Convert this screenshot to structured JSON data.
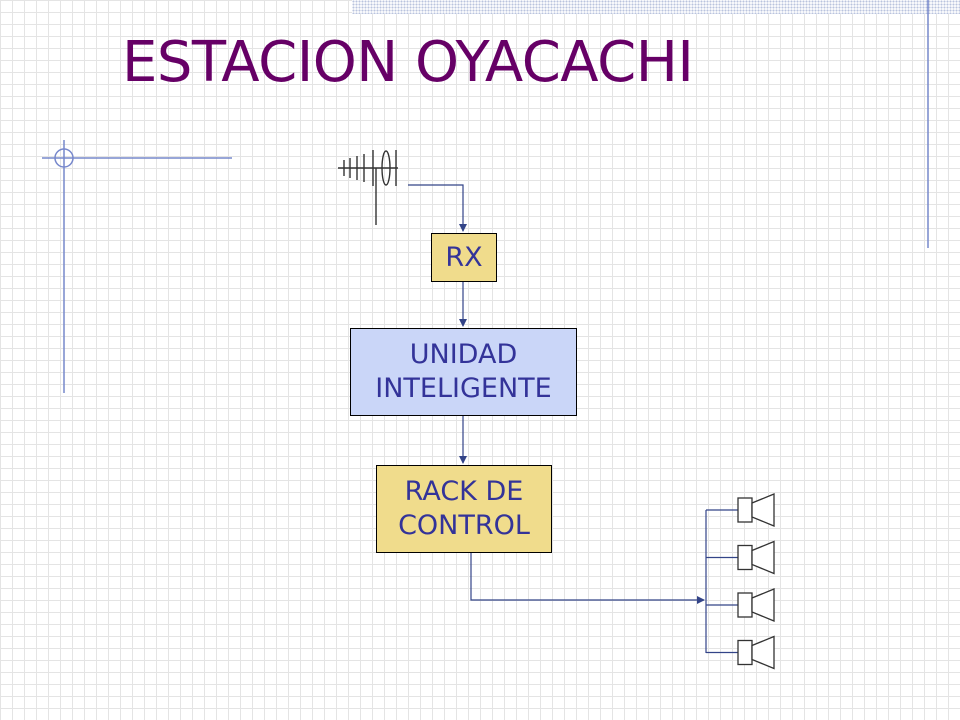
{
  "title": "ESTACION OYACACHI",
  "blocks": {
    "rx": {
      "label": "RX"
    },
    "unit": {
      "lines": [
        "UNIDAD",
        "INTELIGENTE"
      ]
    },
    "rack": {
      "lines": [
        "RACK DE",
        "CONTROL"
      ]
    }
  },
  "speakers": {
    "count": 4
  },
  "colors": {
    "title": "#660066",
    "text": "#333399",
    "rx_fill": "#f0dc8c",
    "unit_fill": "#cad6f8",
    "rack_fill": "#f0dc8c",
    "connector": "#334488",
    "accent_line": "#7788cc"
  },
  "icons": [
    "antenna-icon",
    "speaker-icon",
    "arrow-down-icon"
  ]
}
